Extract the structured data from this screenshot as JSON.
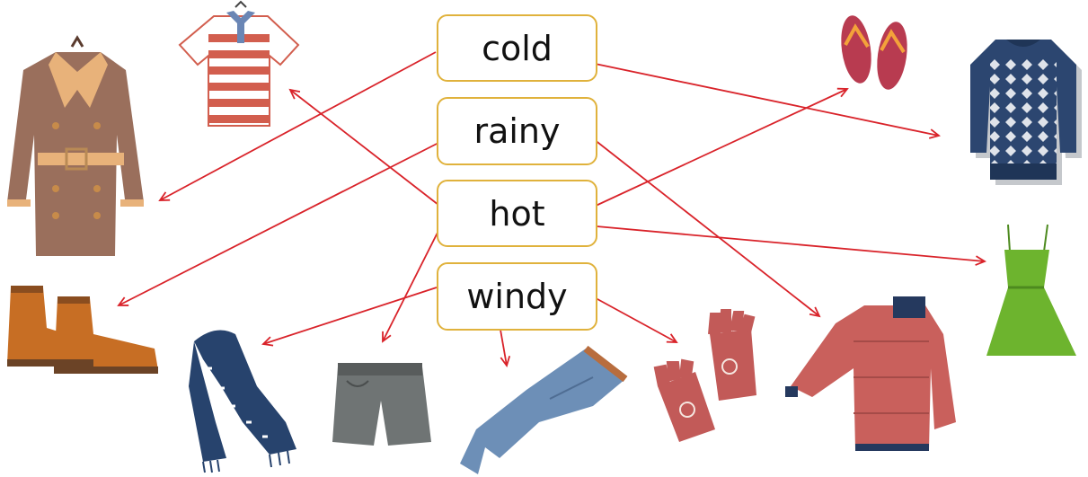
{
  "words": [
    "cold",
    "rainy",
    "hot",
    "windy"
  ],
  "colors": {
    "arrow": "#d9232a",
    "box_border": "#e0b23c",
    "coat": "#9a6f5c",
    "sweater": "#2c4670",
    "dress": "#6db42e",
    "jacket": "#c9605c",
    "boots": "#c76e24",
    "scarf": "#27436d",
    "shorts": "#6f7474",
    "jeans": "#6d8fb7",
    "gloves": "#c25a58",
    "flip_flops": "#b83b50",
    "polo": "#d25e4e"
  },
  "icons": [
    "trench-coat",
    "polo-shirt",
    "flip-flops",
    "sweater",
    "boots",
    "scarf",
    "shorts",
    "jeans",
    "gloves",
    "jacket",
    "dress"
  ]
}
